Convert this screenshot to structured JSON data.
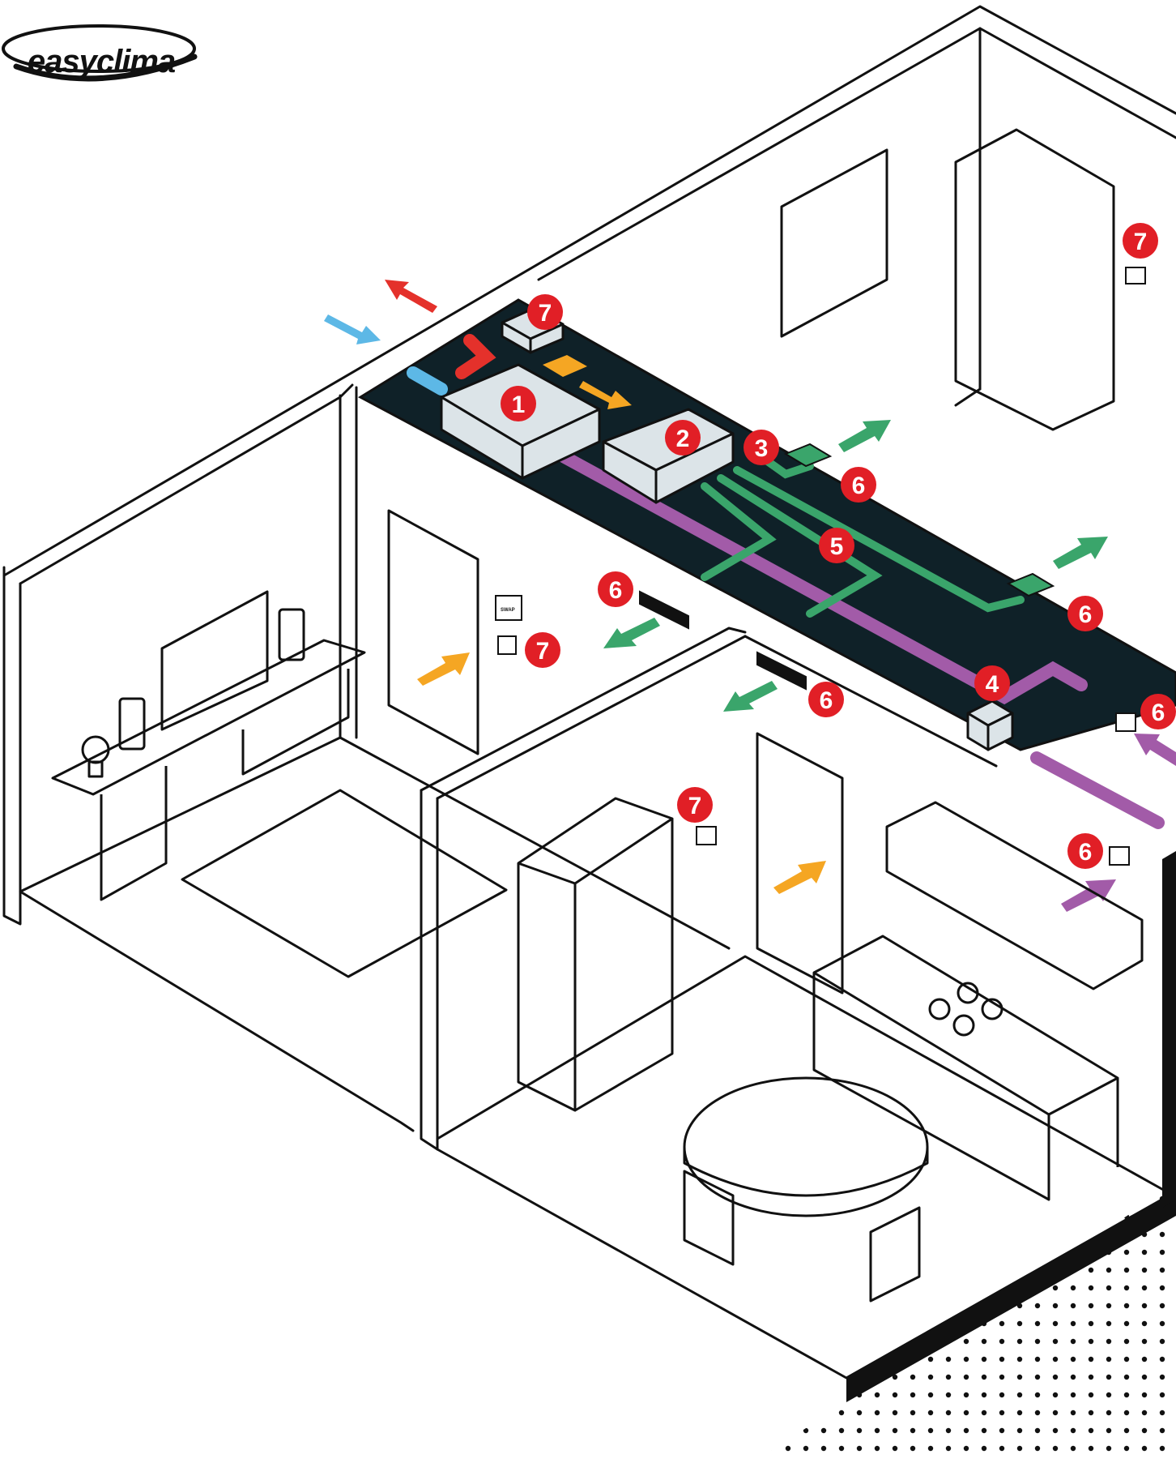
{
  "brand": {
    "logo_text": "easyclima"
  },
  "colors": {
    "line": "#111111",
    "floor_dark": "#0f2128",
    "unit_fill": "#dce4e8",
    "exhaust_red": "#e4312b",
    "intake_blue": "#5db8e6",
    "supply_green": "#3aa56b",
    "extract_purple": "#a25ba8",
    "transfer_orange": "#f5a623",
    "badge_red": "#e11f26"
  },
  "sign_text": "SWAP",
  "badges": [
    "1",
    "2",
    "3",
    "4",
    "5",
    "6",
    "7"
  ],
  "markers": [
    {
      "id": "badge-1",
      "number": "1"
    },
    {
      "id": "badge-2",
      "number": "2"
    },
    {
      "id": "badge-3",
      "number": "3"
    },
    {
      "id": "badge-4",
      "number": "4"
    },
    {
      "id": "badge-5",
      "number": "5"
    },
    {
      "id": "badge-6-a",
      "number": "6"
    },
    {
      "id": "badge-6-b",
      "number": "6"
    },
    {
      "id": "badge-6-c",
      "number": "6"
    },
    {
      "id": "badge-6-d",
      "number": "6"
    },
    {
      "id": "badge-6-e",
      "number": "6"
    },
    {
      "id": "badge-6-f",
      "number": "6"
    },
    {
      "id": "badge-7-a",
      "number": "7"
    },
    {
      "id": "badge-7-b",
      "number": "7"
    },
    {
      "id": "badge-7-c",
      "number": "7"
    },
    {
      "id": "badge-7-d",
      "number": "7"
    }
  ],
  "airflow_arrows": [
    {
      "id": "exhaust-arrow",
      "color": "red"
    },
    {
      "id": "intake-arrow",
      "color": "blue"
    },
    {
      "id": "filter-flow-arrow",
      "color": "orange"
    },
    {
      "id": "bedroom-supply-arrow",
      "color": "green"
    },
    {
      "id": "hall-supply-arrow",
      "color": "green"
    },
    {
      "id": "study-supply-arrow",
      "color": "green"
    },
    {
      "id": "kitchen-supply-arrow",
      "color": "green"
    },
    {
      "id": "study-door-transfer-arrow",
      "color": "orange"
    },
    {
      "id": "kitchen-door-transfer-arrow",
      "color": "orange"
    },
    {
      "id": "kitchen-extract-arrow",
      "color": "purple"
    },
    {
      "id": "bath-extract-arrow",
      "color": "purple"
    }
  ]
}
